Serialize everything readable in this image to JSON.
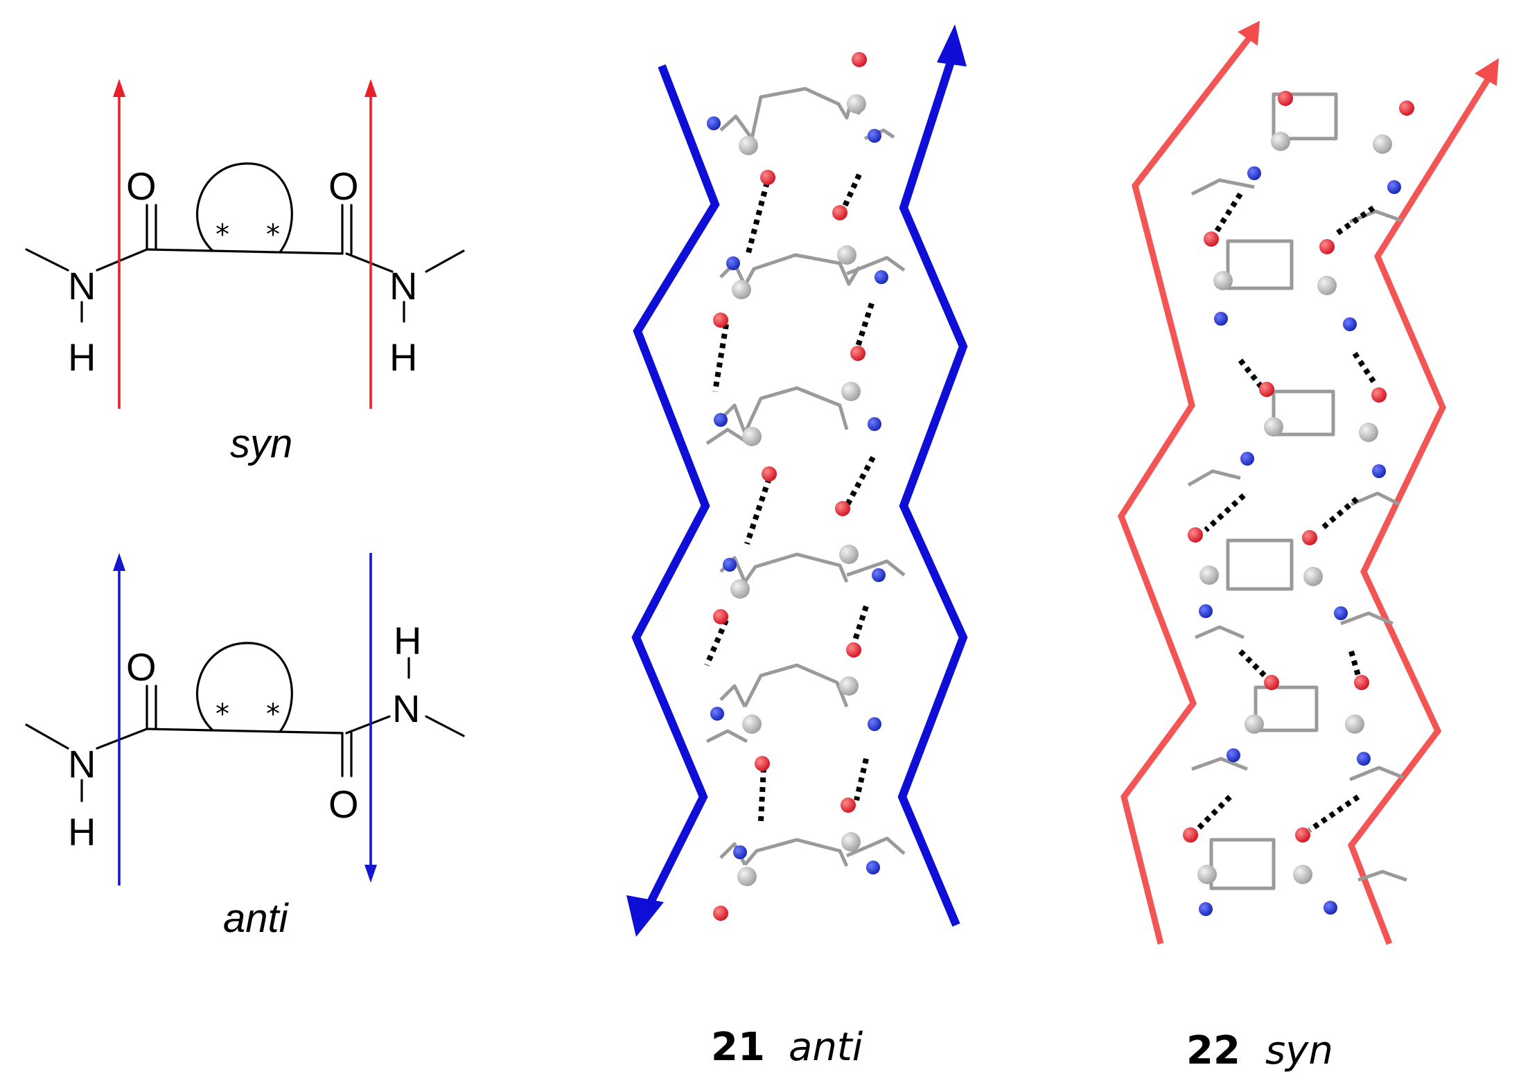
{
  "colors": {
    "syn": "#e8202a",
    "anti": "#1515d0",
    "syn_strand": "#f24c4c",
    "anti_strand": "#0e0ed6",
    "carbon": "#b9b9b9",
    "oxygen": "#e3162a",
    "nitrogen": "#1b2fcf"
  },
  "schemes": {
    "syn": {
      "caption": "syn",
      "labels": {
        "o_left": "O",
        "o_right": "O",
        "n_left": "N",
        "n_right": "N",
        "h_left": "H",
        "h_right": "H",
        "star_left": "*",
        "star_right": "*"
      }
    },
    "anti": {
      "caption": "anti",
      "labels": {
        "o_left": "O",
        "o_right": "O",
        "n_left": "N",
        "n_right": "N",
        "h_left": "H",
        "h_right": "H",
        "star_left": "*",
        "star_right": "*"
      }
    }
  },
  "structures": {
    "anti": {
      "number": "21",
      "label": "anti"
    },
    "syn": {
      "number": "22",
      "label": "syn"
    }
  }
}
